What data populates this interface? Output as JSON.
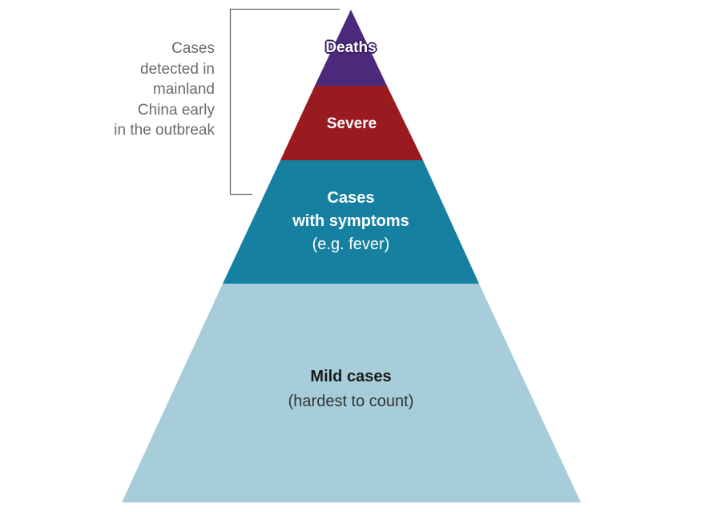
{
  "annotation": {
    "lines": [
      "Cases",
      "detected in",
      "mainland",
      "China early",
      "in the outbreak"
    ]
  },
  "tiers": {
    "deaths": {
      "label": "Deaths",
      "color": "#4b2a7b"
    },
    "severe": {
      "label": "Severe",
      "color": "#9a1b1f"
    },
    "symptoms": {
      "label_line1": "Cases",
      "label_line2": "with symptoms",
      "sub": "(e.g. fever)",
      "color": "#15809f"
    },
    "mild": {
      "label": "Mild cases",
      "sub": "(hardest to count)",
      "color": "#a6cdd9"
    }
  }
}
